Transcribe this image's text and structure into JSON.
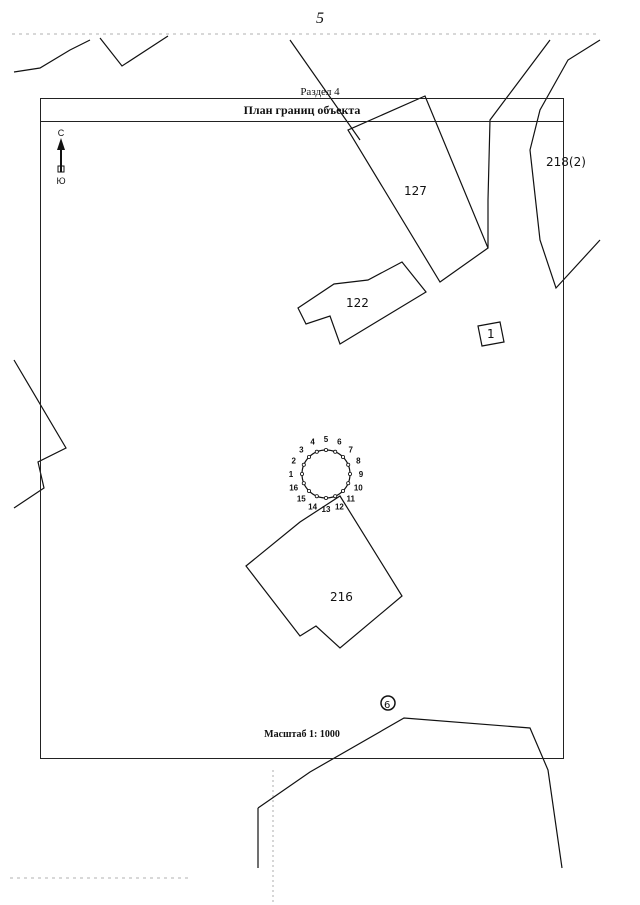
{
  "page_number": "5",
  "section": "Раздел 4",
  "title": "План границ объекта",
  "scale": "Масштаб 1: 1000",
  "north_arrow": {
    "north": "С",
    "south": "Ю"
  },
  "parcels": [
    {
      "id": "127",
      "label": "127"
    },
    {
      "id": "122",
      "label": "122"
    },
    {
      "id": "1",
      "label": "1"
    },
    {
      "id": "216",
      "label": "216"
    },
    {
      "id": "218",
      "label": "218(2)"
    },
    {
      "id": "6",
      "label": "6"
    }
  ],
  "boundary_points": [
    "1",
    "2",
    "3",
    "4",
    "5",
    "6",
    "7",
    "8",
    "9",
    "10",
    "11",
    "12",
    "13",
    "14",
    "15",
    "16"
  ]
}
